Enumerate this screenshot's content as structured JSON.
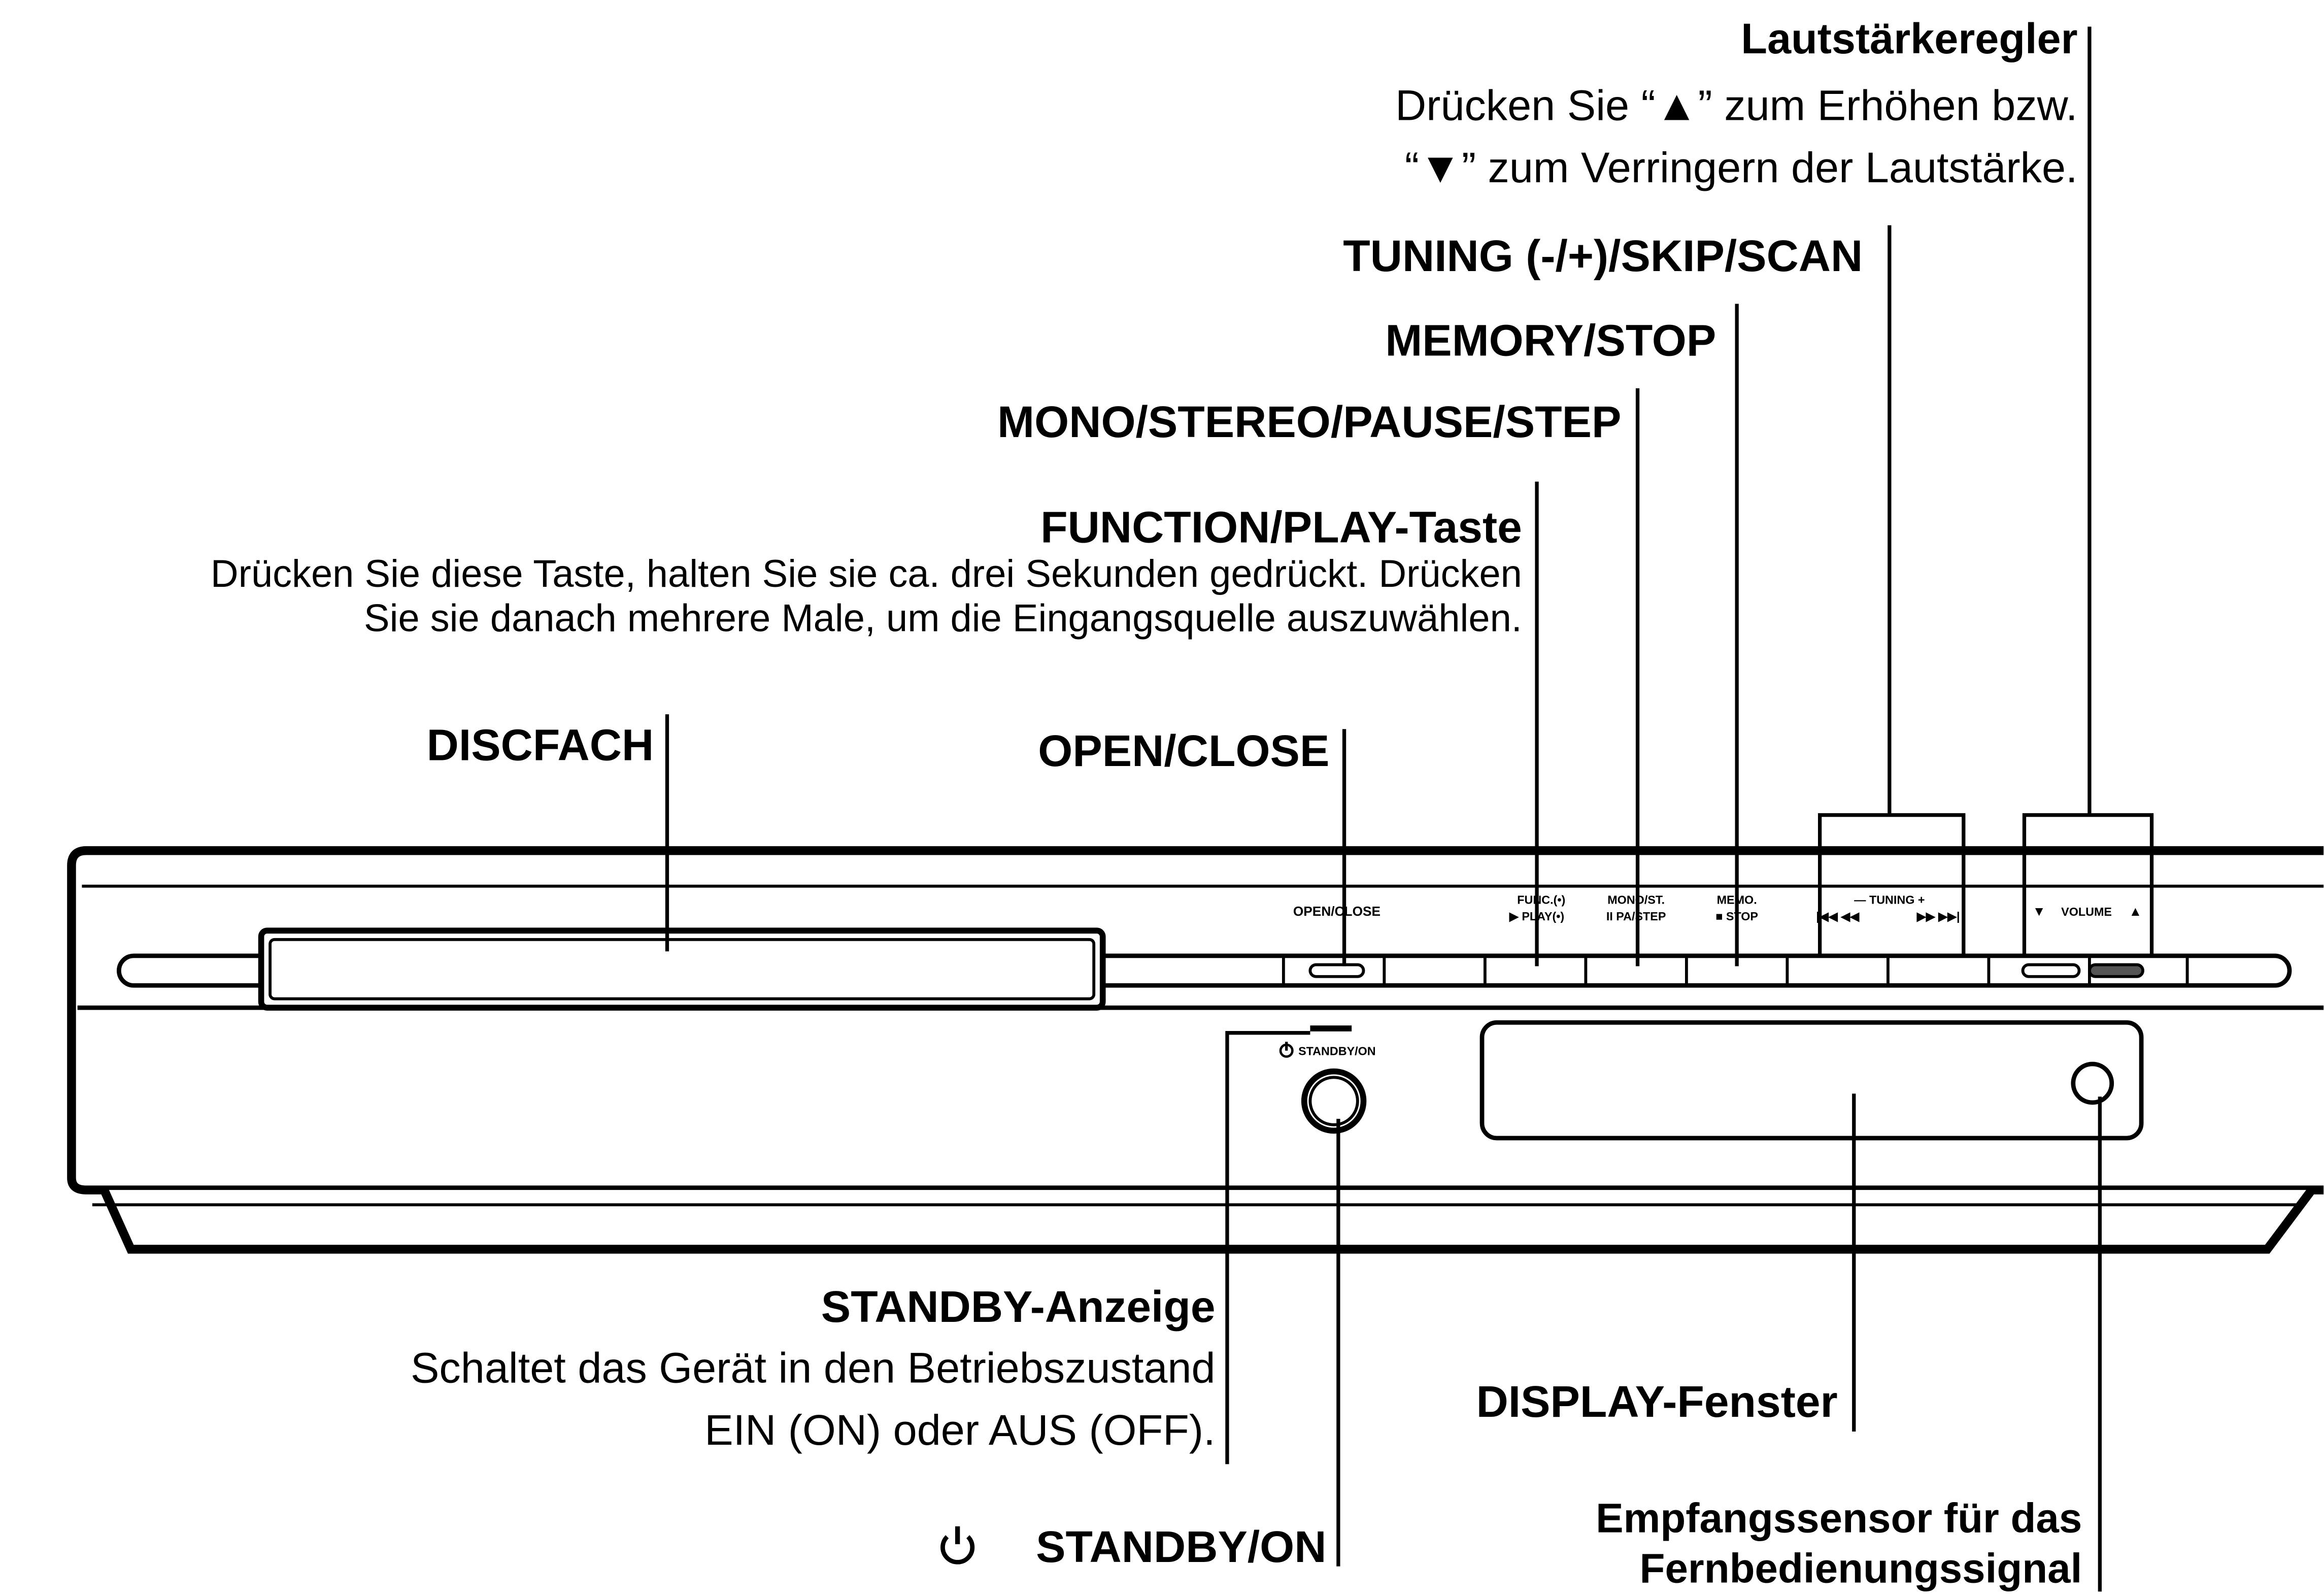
{
  "labels": {
    "volume": {
      "title": "Lautstärkeregler",
      "desc1": "Drücken Sie  “▲” zum Erhöhen bzw.",
      "desc2": "“▼” zum Verringern der Lautstärke."
    },
    "tuning": {
      "title": "TUNING (-/+)/SKIP/SCAN"
    },
    "memory": {
      "title": "MEMORY/STOP"
    },
    "mono": {
      "title": "MONO/STEREO/PAUSE/STEP"
    },
    "function": {
      "title": "FUNCTION/PLAY-Taste",
      "desc1": "Drücken Sie diese Taste, halten Sie sie ca. drei Sekunden gedrückt. Drücken",
      "desc2": "Sie sie danach mehrere Male, um die Eingangsquelle auszuwählen."
    },
    "discfach": {
      "title": "DISCFACH"
    },
    "openclose": {
      "title": "OPEN/CLOSE"
    },
    "standby_indicator": {
      "title": "STANDBY-Anzeige",
      "desc1": "Schaltet das Gerät in den Betriebszustand",
      "desc2": "EIN (ON) oder AUS (OFF)."
    },
    "display": {
      "title": "DISPLAY-Fenster"
    },
    "sensor": {
      "title1": "Empfangssensor für das",
      "title2": "Fernbedienungssignal"
    },
    "standby_on": {
      "icon": "power-icon",
      "title": "STANDBY/ON"
    }
  },
  "panel": {
    "open_close": "OPEN/CLOSE",
    "func_1": "FUNC.(•)",
    "func_2": "▶ PLAY(•)",
    "mono_1": "MONO/ST.",
    "mono_2": "II PA/STEP",
    "memo_1": "MEMO.",
    "memo_2": "■ STOP",
    "tuning_1": "— TUNING +",
    "tuning_2a": "|◀◀ ◀◀",
    "tuning_2b": "▶▶ ▶▶|",
    "volume_down": "▼",
    "volume": "VOLUME",
    "volume_up": "▲",
    "standby_on": "STANDBY/ON"
  }
}
